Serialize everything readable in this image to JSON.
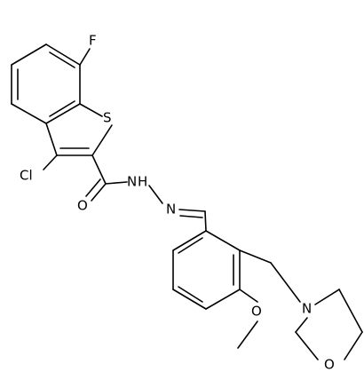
{
  "molecule": {
    "atoms": {
      "fluorine": "F",
      "sulfur": "S",
      "chlorine": "Cl",
      "amide_nh": "H",
      "hydrazone_nh": "N",
      "hydrazone_h": "H",
      "carbonyl_o": "O",
      "imine_n": "N",
      "methoxy_o": "O",
      "morpholine_n": "N",
      "morpholine_o": "O"
    },
    "colors": {
      "bond": "#000000",
      "label": "#000000",
      "background": "#ffffff"
    }
  }
}
